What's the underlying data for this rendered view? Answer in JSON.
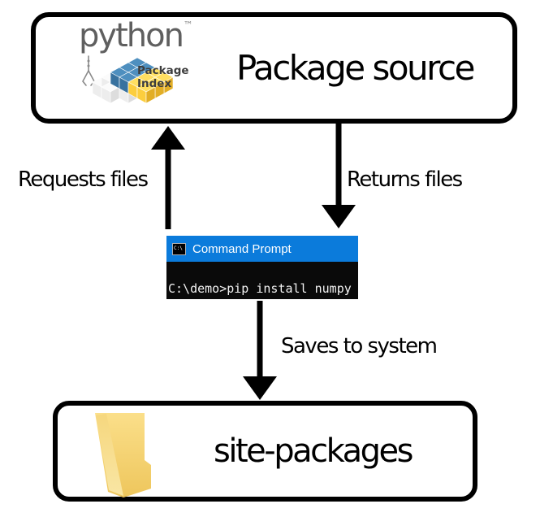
{
  "package_source": {
    "label": "Package source"
  },
  "logo": {
    "wordmark": "python",
    "tm": "™",
    "line1": "Package",
    "line2": "Index"
  },
  "labels": {
    "requests": "Requests files",
    "returns": "Returns files",
    "saves": "Saves to system"
  },
  "terminal": {
    "icon_text": "C:\\",
    "title": "Command Prompt",
    "command": "C:\\demo>pip install numpy"
  },
  "site_packages": {
    "label": "site-packages"
  },
  "colors": {
    "arrow_black": "#000000",
    "titlebar_blue": "#0b7bdb",
    "terminal_bg": "#0a0a0a",
    "python_blue": "#38729f",
    "python_yellow": "#fcce3e",
    "logo_gray_text": "#5f5f5f",
    "folder_front_yellow": "#f3cf6a",
    "folder_back_yellow": "#f8e29b"
  }
}
